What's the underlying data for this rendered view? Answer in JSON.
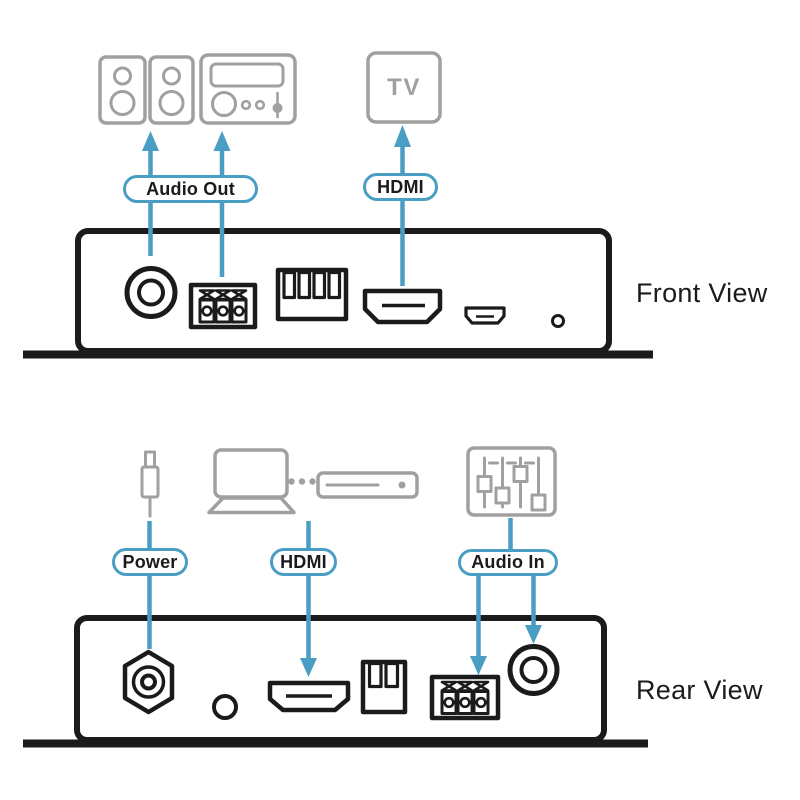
{
  "colors": {
    "accent": "#4A9DC3",
    "ink": "#1B1B1B",
    "gray": "#A0A0A1",
    "background": "#FFFFFF"
  },
  "front": {
    "view_label": "Front View",
    "audio_out_label": "Audio Out",
    "hdmi_label": "HDMI",
    "tv_label": "TV"
  },
  "rear": {
    "view_label": "Rear View",
    "power_label": "Power",
    "hdmi_label": "HDMI",
    "audio_in_label": "Audio In"
  },
  "icons": {
    "front_devices": [
      "speaker-icon",
      "speaker-icon",
      "stereo-system-icon",
      "tv-icon"
    ],
    "front_ports": [
      "rca-jack",
      "terminal-block-3pin",
      "switch-block-4slot",
      "hdmi-port",
      "micro-usb-port",
      "led-indicator"
    ],
    "rear_devices": [
      "power-plug-icon",
      "laptop-icon",
      "media-player-icon",
      "audio-mixer-icon"
    ],
    "rear_ports": [
      "dc-power-jack",
      "pushbutton",
      "hdmi-port",
      "switch-block-2slot",
      "terminal-block-3pin",
      "rca-jack"
    ]
  }
}
